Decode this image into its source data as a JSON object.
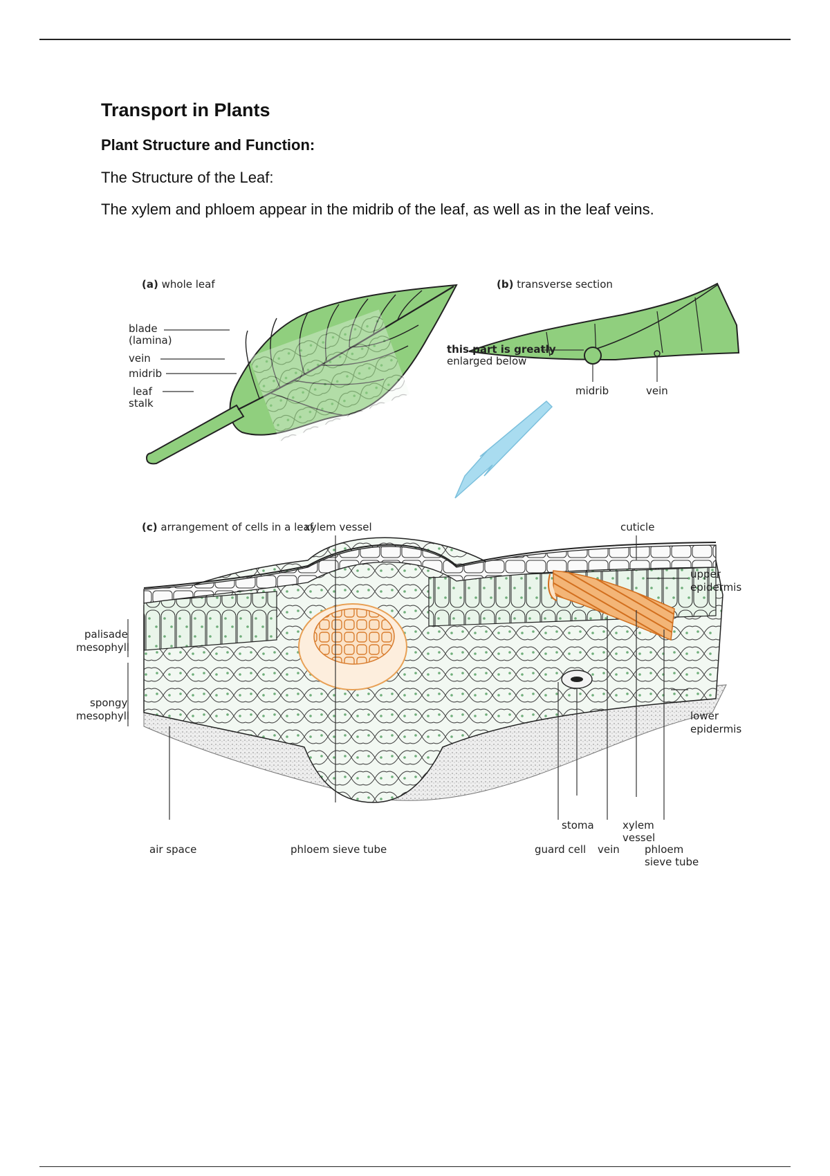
{
  "page": {
    "title": "Transport in Plants",
    "subtitle": "Plant Structure and Function:",
    "section": "The Structure of the Leaf:",
    "paragraph": "The xylem and phloem appear in the midrib of the leaf, as well as in the leaf veins."
  },
  "figure": {
    "panel_a": {
      "caption_letter": "(a)",
      "caption": "whole leaf",
      "labels": {
        "blade": "blade",
        "lamina": "(lamina)",
        "vein": "vein",
        "midrib": "midrib",
        "leaf": "leaf",
        "stalk": "stalk"
      }
    },
    "panel_b": {
      "caption_letter": "(b)",
      "caption": "transverse section",
      "note_bold": "this part is greatly",
      "note_rest": "enlarged below",
      "midrib": "midrib",
      "vein": "vein"
    },
    "panel_c": {
      "caption_letter": "(c)",
      "caption": "arrangement of cells in a leaf",
      "xylem_vessel_top": "xylem vessel",
      "cuticle": "cuticle",
      "upper": "upper",
      "epidermis_upper": "epidermis",
      "palisade": "palisade",
      "mesophyll_palisade": "mesophyll",
      "spongy": "spongy",
      "mesophyll_spongy": "mesophyll",
      "lower": "lower",
      "epidermis_lower": "epidermis",
      "stoma": "stoma",
      "xylem": "xylem",
      "vessel": "vessel",
      "air_space": "air space",
      "phloem_sieve_tube": "phloem sieve tube",
      "guard_cell": "guard cell",
      "vein": "vein",
      "phloem": "phloem",
      "sieve_tube": "sieve tube"
    },
    "colors": {
      "leaf_green": "#90cf7e",
      "cell_green": "#e9f5ea",
      "chloroplast": "#6fae7a",
      "vascular_orange": "#e8a055",
      "arrow_blue": "#a9dcf0"
    }
  }
}
